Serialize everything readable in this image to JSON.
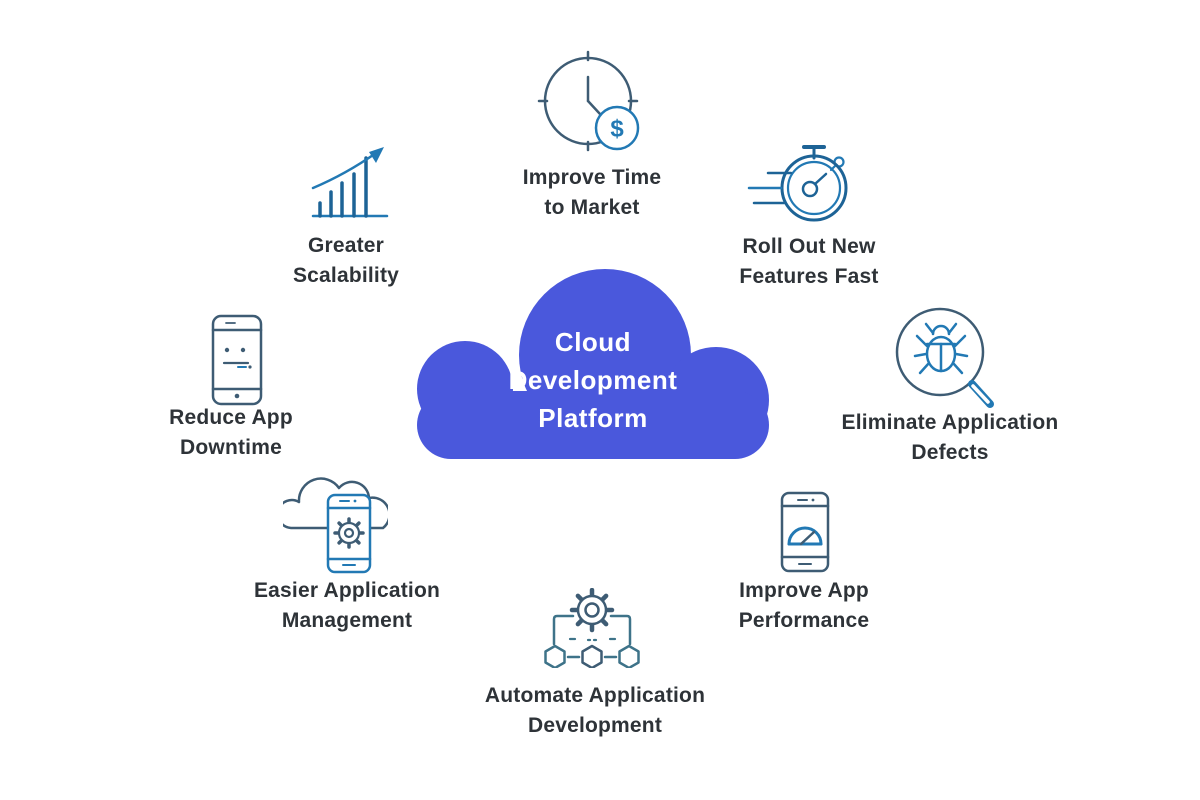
{
  "page_bg": "#FFFFFF",
  "palette": {
    "page_bg": "#FFFFFF",
    "cloud_fill": "#4A58DC",
    "cloud_text": "#FFFFFF",
    "label_text": "#2E3338",
    "icon_dark": "#3E5C74",
    "icon_navy": "#1D6396",
    "icon_blue": "#2279B4",
    "icon_teal": "#3E7389"
  },
  "center": {
    "lines": [
      "Cloud",
      "Development",
      "Platform"
    ]
  },
  "dollar_sign": "$",
  "items": [
    {
      "id": "improve-time-to-market",
      "icon": "clock-dollar-icon",
      "label_lines": [
        "Improve Time",
        "to Market"
      ]
    },
    {
      "id": "roll-out-new-features-fast",
      "icon": "stopwatch-icon",
      "label_lines": [
        "Roll Out New",
        "Features Fast"
      ]
    },
    {
      "id": "eliminate-application-defects",
      "icon": "bug-magnifier-icon",
      "label_lines": [
        "Eliminate Application",
        "Defects"
      ]
    },
    {
      "id": "improve-app-performance",
      "icon": "phone-gauge-icon",
      "label_lines": [
        "Improve App",
        "Performance"
      ]
    },
    {
      "id": "automate-application-development",
      "icon": "gear-network-icon",
      "label_lines": [
        "Automate Application",
        "Development"
      ]
    },
    {
      "id": "easier-application-management",
      "icon": "cloud-phone-gear-icon",
      "label_lines": [
        "Easier Application",
        "Management"
      ]
    },
    {
      "id": "reduce-app-downtime",
      "icon": "phone-status-icon",
      "label_lines": [
        "Reduce App",
        "Downtime"
      ]
    },
    {
      "id": "greater-scalability",
      "icon": "growth-chart-icon",
      "label_lines": [
        "Greater",
        "Scalability"
      ]
    }
  ]
}
